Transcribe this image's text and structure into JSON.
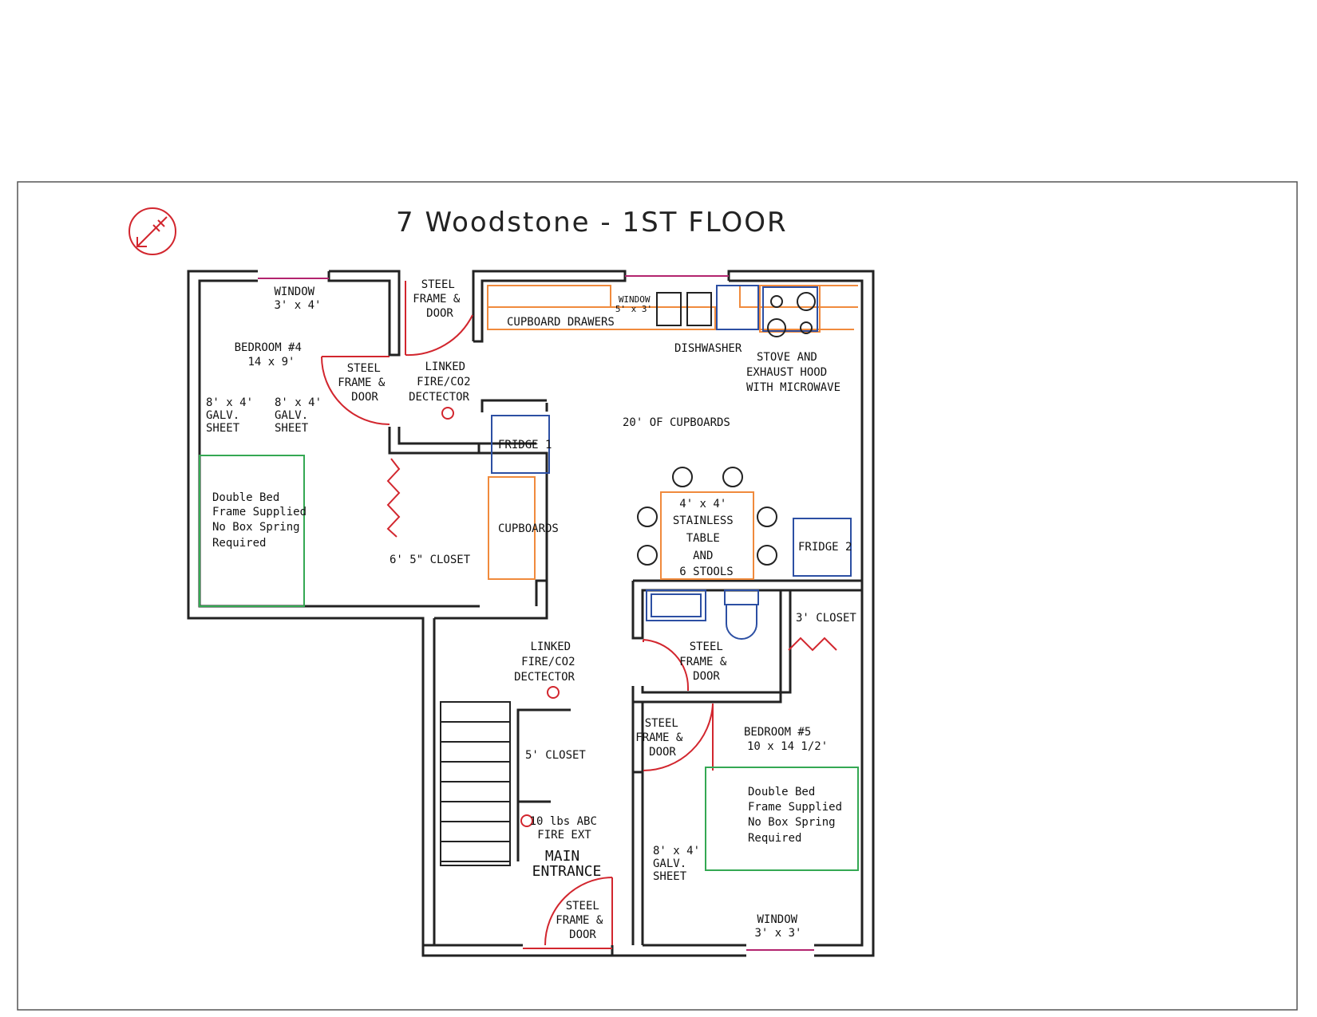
{
  "title": "7 Woodstone - 1ST FLOOR",
  "labels": {
    "window_bed4": [
      "WINDOW",
      "3' x 4'"
    ],
    "bedroom4": [
      "BEDROOM #4",
      "14 x 9'"
    ],
    "galv1": [
      "8' x 4'",
      "GALV.",
      "SHEET"
    ],
    "galv2": [
      "8' x 4'",
      "GALV.",
      "SHEET"
    ],
    "bed4_frame": [
      "Double Bed",
      "Frame Supplied",
      "No Box Spring",
      "Required"
    ],
    "steel_door_top": [
      "STEEL",
      "FRAME &",
      "DOOR"
    ],
    "steel_door_bed4": [
      "STEEL",
      "FRAME &",
      "DOOR"
    ],
    "linked_fire_top": [
      "LINKED",
      "FIRE/CO2",
      "DECTECTOR"
    ],
    "closet_bed4": "6' 5\" CLOSET",
    "window_kitchen": [
      "WINDOW",
      "5' x 3'"
    ],
    "cupboard_drawers": "CUPBOARD DRAWERS",
    "dishwasher": "DISHWASHER",
    "stove": [
      "STOVE AND",
      "EXHAUST HOOD",
      "WITH MICROWAVE"
    ],
    "cupboards_20": "20' OF CUPBOARDS",
    "fridge1": "FRIDGE 1",
    "cupboards": "CUPBOARDS",
    "table": [
      "4' x 4'",
      "STAINLESS",
      "TABLE",
      "AND",
      "6 STOOLS"
    ],
    "fridge2": "FRIDGE 2",
    "closet_3": "3' CLOSET",
    "steel_door_bath": [
      "STEEL",
      "FRAME &",
      "DOOR"
    ],
    "linked_fire_hall": [
      "LINKED",
      "FIRE/CO2",
      "DECTECTOR"
    ],
    "closet_5": "5' CLOSET",
    "fire_ext": [
      "10 lbs ABC",
      "FIRE EXT"
    ],
    "main_entrance": [
      "MAIN",
      "ENTRANCE"
    ],
    "steel_door_main": [
      "STEEL",
      "FRAME &",
      "DOOR"
    ],
    "steel_door_bed5": [
      "STEEL",
      "FRAME &",
      "DOOR"
    ],
    "bedroom5": [
      "BEDROOM #5",
      "10 x 14 1/2'"
    ],
    "bed5_frame": [
      "Double Bed",
      "Frame Supplied",
      "No Box Spring",
      "Required"
    ],
    "galv3": [
      "8' x 4'",
      "GALV.",
      "SHEET"
    ],
    "window_bed5": [
      "WINDOW",
      "3' x 3'"
    ]
  }
}
